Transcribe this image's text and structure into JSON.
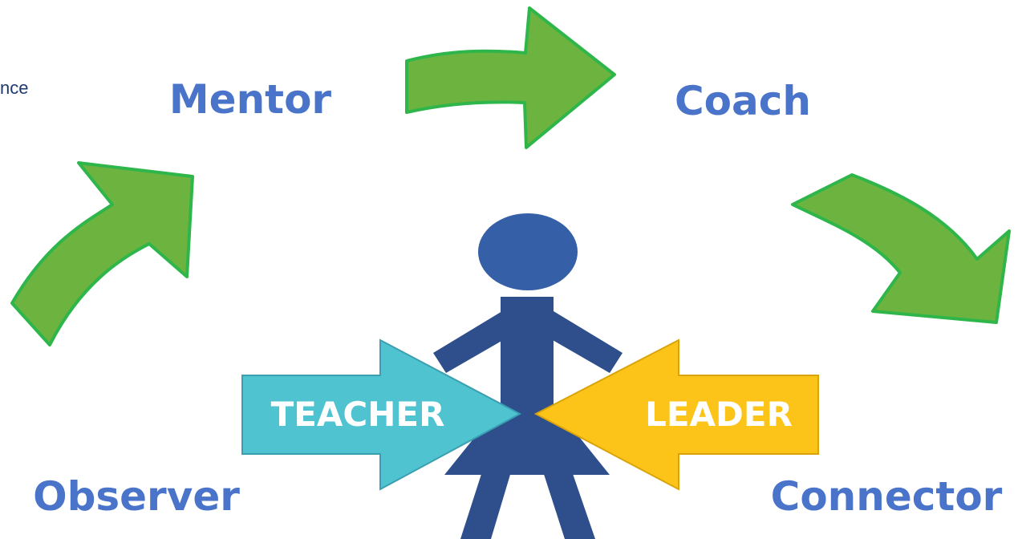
{
  "partial_text": "nce",
  "roles": {
    "mentor": "Mentor",
    "coach": "Coach",
    "observer": "Observer",
    "connector": "Connector"
  },
  "center_arrows": {
    "left": "TEACHER",
    "right": "LEADER"
  },
  "colors": {
    "role_text": "#4a74c9",
    "green_arrow": "#6db33f",
    "green_outline": "#2fb64a",
    "figure": "#2e4e8c",
    "figure_head": "#3560a8",
    "teacher_arrow": "#4fc3d0",
    "leader_arrow": "#fcc419",
    "clipped_text": "#1f3a6e"
  }
}
